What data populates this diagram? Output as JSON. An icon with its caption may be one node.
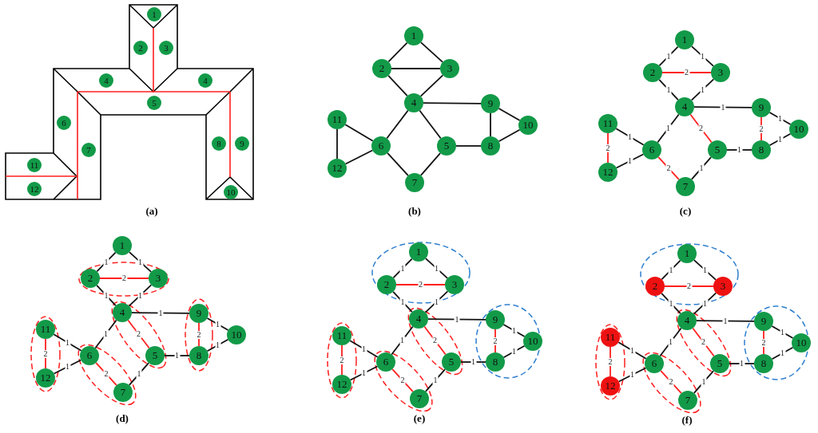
{
  "diagram": {
    "nodes": [
      {
        "text": [
          "1"
        ]
      },
      {
        "text": [
          "2"
        ]
      },
      {
        "text": [
          "3"
        ]
      },
      {
        "text": [
          "4"
        ]
      },
      {
        "text": [
          "4"
        ]
      },
      {
        "text": [
          "5"
        ]
      },
      {
        "text": [
          "6"
        ]
      },
      {
        "text": [
          "7"
        ]
      },
      {
        "text": [
          "8"
        ]
      },
      {
        "text": [
          "9"
        ]
      },
      {
        "text": [
          "10"
        ]
      },
      {
        "text": [
          "11"
        ]
      },
      {
        "text": [
          "12"
        ]
      },
      {
        "text": [
          "1"
        ]
      },
      {
        "text": [
          "2"
        ]
      },
      {
        "text": [
          "3"
        ]
      },
      {
        "text": [
          "4"
        ]
      },
      {
        "text": [
          "5"
        ]
      },
      {
        "text": [
          "6"
        ]
      },
      {
        "text": [
          "7"
        ]
      },
      {
        "text": [
          "8"
        ]
      },
      {
        "text": [
          "9"
        ]
      },
      {
        "text": [
          "10"
        ]
      },
      {
        "text": [
          "11"
        ]
      },
      {
        "text": [
          "12"
        ]
      },
      {
        "text": [
          "1"
        ]
      },
      {
        "text": [
          "2"
        ]
      },
      {
        "text": [
          "3"
        ]
      },
      {
        "text": [
          "4"
        ]
      },
      {
        "text": [
          "5"
        ]
      },
      {
        "text": [
          "6"
        ]
      },
      {
        "text": [
          "7"
        ]
      },
      {
        "text": [
          "8"
        ]
      },
      {
        "text": [
          "9"
        ]
      },
      {
        "text": [
          "10"
        ]
      },
      {
        "text": [
          "11"
        ]
      },
      {
        "text": [
          "12"
        ]
      },
      {
        "text": [
          "1"
        ]
      },
      {
        "text": [
          "2"
        ]
      },
      {
        "text": [
          "3"
        ]
      },
      {
        "text": [
          "4"
        ]
      },
      {
        "text": [
          "5"
        ]
      },
      {
        "text": [
          "6"
        ]
      },
      {
        "text": [
          "7"
        ]
      },
      {
        "text": [
          "8"
        ]
      },
      {
        "text": [
          "9"
        ]
      },
      {
        "text": [
          "10"
        ]
      },
      {
        "text": [
          "11"
        ]
      },
      {
        "text": [
          "12"
        ]
      },
      {
        "text": [
          "1"
        ]
      },
      {
        "text": [
          "2"
        ]
      },
      {
        "text": [
          "3"
        ]
      },
      {
        "text": [
          "4"
        ]
      },
      {
        "text": [
          "5"
        ]
      },
      {
        "text": [
          "6"
        ]
      },
      {
        "text": [
          "7"
        ]
      },
      {
        "text": [
          "8"
        ]
      },
      {
        "text": [
          "9"
        ]
      },
      {
        "text": [
          "10"
        ]
      },
      {
        "text": [
          "11"
        ]
      },
      {
        "text": [
          "12"
        ]
      },
      {
        "text": [
          "1"
        ]
      },
      {
        "text": [
          "2"
        ]
      },
      {
        "text": [
          "3"
        ]
      },
      {
        "text": [
          "4"
        ]
      },
      {
        "text": [
          "5"
        ]
      },
      {
        "text": [
          "6"
        ]
      },
      {
        "text": [
          "7"
        ]
      },
      {
        "text": [
          "8"
        ]
      },
      {
        "text": [
          "9"
        ]
      },
      {
        "text": [
          "10"
        ]
      },
      {
        "text": [
          "11"
        ]
      },
      {
        "text": [
          "12"
        ]
      }
    ],
    "edges": [
      {
        "from": 13,
        "to": 14,
        "arrow": "none"
      },
      {
        "from": 13,
        "to": 15,
        "arrow": "none"
      },
      {
        "from": 14,
        "to": 15,
        "arrow": "none"
      },
      {
        "from": 14,
        "to": 16,
        "arrow": "none"
      },
      {
        "from": 15,
        "to": 16,
        "arrow": "none"
      },
      {
        "from": 16,
        "to": 21,
        "arrow": "none"
      },
      {
        "from": 16,
        "to": 18,
        "arrow": "none"
      },
      {
        "from": 16,
        "to": 17,
        "arrow": "none"
      },
      {
        "from": 21,
        "to": 20,
        "arrow": "none"
      },
      {
        "from": 21,
        "to": 22,
        "arrow": "none"
      },
      {
        "from": 20,
        "to": 22,
        "arrow": "none"
      },
      {
        "from": 17,
        "to": 20,
        "arrow": "none"
      },
      {
        "from": 23,
        "to": 18,
        "arrow": "none"
      },
      {
        "from": 24,
        "to": 18,
        "arrow": "none"
      },
      {
        "from": 23,
        "to": 24,
        "arrow": "none"
      },
      {
        "from": 18,
        "to": 19,
        "arrow": "none"
      },
      {
        "from": 17,
        "to": 19,
        "arrow": "none"
      },
      {
        "from": 25,
        "to": 26,
        "arrow": "none",
        "label": "1"
      },
      {
        "from": 25,
        "to": 27,
        "arrow": "none",
        "label": "1"
      },
      {
        "from": 26,
        "to": 27,
        "arrow": "none",
        "label": "2",
        "color": "#ff2020"
      },
      {
        "from": 26,
        "to": 28,
        "arrow": "none",
        "label": "1"
      },
      {
        "from": 27,
        "to": 28,
        "arrow": "none",
        "label": "1"
      },
      {
        "from": 28,
        "to": 33,
        "arrow": "none",
        "label": "1"
      },
      {
        "from": 28,
        "to": 30,
        "arrow": "none",
        "label": "1"
      },
      {
        "from": 28,
        "to": 29,
        "arrow": "none",
        "label": "2",
        "color": "#ff2020"
      },
      {
        "from": 33,
        "to": 32,
        "arrow": "none",
        "label": "2",
        "color": "#ff2020"
      },
      {
        "from": 33,
        "to": 34,
        "arrow": "none",
        "label": "1"
      },
      {
        "from": 32,
        "to": 34,
        "arrow": "none",
        "label": "1"
      },
      {
        "from": 29,
        "to": 32,
        "arrow": "none",
        "label": "1"
      },
      {
        "from": 35,
        "to": 30,
        "arrow": "none",
        "label": "1"
      },
      {
        "from": 36,
        "to": 30,
        "arrow": "none",
        "label": "1"
      },
      {
        "from": 35,
        "to": 36,
        "arrow": "none",
        "label": "2",
        "color": "#ff2020"
      },
      {
        "from": 30,
        "to": 31,
        "arrow": "none",
        "label": "2",
        "color": "#ff2020"
      },
      {
        "from": 29,
        "to": 31,
        "arrow": "none",
        "label": "1"
      },
      {
        "from": 37,
        "to": 38,
        "arrow": "none",
        "label": "1"
      },
      {
        "from": 37,
        "to": 39,
        "arrow": "none",
        "label": "1"
      },
      {
        "from": 38,
        "to": 39,
        "arrow": "none",
        "label": "2",
        "color": "#ff2020"
      },
      {
        "from": 38,
        "to": 40,
        "arrow": "none",
        "label": "1"
      },
      {
        "from": 39,
        "to": 40,
        "arrow": "none",
        "label": "1"
      },
      {
        "from": 40,
        "to": 45,
        "arrow": "none",
        "label": "1"
      },
      {
        "from": 40,
        "to": 42,
        "arrow": "none",
        "label": "1"
      },
      {
        "from": 40,
        "to": 41,
        "arrow": "none",
        "label": "2",
        "color": "#ff2020"
      },
      {
        "from": 45,
        "to": 44,
        "arrow": "none",
        "label": "2",
        "color": "#ff2020"
      },
      {
        "from": 45,
        "to": 46,
        "arrow": "none",
        "label": "1"
      },
      {
        "from": 44,
        "to": 46,
        "arrow": "none",
        "label": "1"
      },
      {
        "from": 41,
        "to": 44,
        "arrow": "none",
        "label": "1"
      },
      {
        "from": 47,
        "to": 42,
        "arrow": "none",
        "label": "1"
      },
      {
        "from": 48,
        "to": 42,
        "arrow": "none",
        "label": "1"
      },
      {
        "from": 47,
        "to": 48,
        "arrow": "none",
        "label": "2",
        "color": "#ff2020"
      },
      {
        "from": 42,
        "to": 43,
        "arrow": "none",
        "label": "2",
        "color": "#ff2020"
      },
      {
        "from": 41,
        "to": 43,
        "arrow": "none",
        "label": "1"
      },
      {
        "from": 49,
        "to": 50,
        "arrow": "none",
        "label": "1"
      },
      {
        "from": 49,
        "to": 51,
        "arrow": "none",
        "label": "1"
      },
      {
        "from": 50,
        "to": 51,
        "arrow": "none",
        "label": "2",
        "color": "#ff2020"
      },
      {
        "from": 50,
        "to": 52,
        "arrow": "none",
        "label": "1"
      },
      {
        "from": 51,
        "to": 52,
        "arrow": "none",
        "label": "1"
      },
      {
        "from": 52,
        "to": 57,
        "arrow": "none",
        "label": "1"
      },
      {
        "from": 52,
        "to": 54,
        "arrow": "none",
        "label": "1"
      },
      {
        "from": 52,
        "to": 53,
        "arrow": "none",
        "label": "2",
        "color": "#ff2020"
      },
      {
        "from": 57,
        "to": 56,
        "arrow": "none",
        "label": "2",
        "color": "#ff2020"
      },
      {
        "from": 57,
        "to": 58,
        "arrow": "none",
        "label": "1"
      },
      {
        "from": 56,
        "to": 58,
        "arrow": "none",
        "label": "1"
      },
      {
        "from": 53,
        "to": 56,
        "arrow": "none",
        "label": "1"
      },
      {
        "from": 59,
        "to": 54,
        "arrow": "none",
        "label": "1"
      },
      {
        "from": 60,
        "to": 54,
        "arrow": "none",
        "label": "1"
      },
      {
        "from": 59,
        "to": 60,
        "arrow": "none",
        "label": "2",
        "color": "#ff2020"
      },
      {
        "from": 54,
        "to": 55,
        "arrow": "none",
        "label": "2",
        "color": "#ff2020"
      },
      {
        "from": 53,
        "to": 55,
        "arrow": "none",
        "label": "1"
      },
      {
        "from": 61,
        "to": 62,
        "arrow": "none",
        "label": "1"
      },
      {
        "from": 61,
        "to": 63,
        "arrow": "none",
        "label": "1"
      },
      {
        "from": 62,
        "to": 63,
        "arrow": "none",
        "label": "2",
        "color": "#ff2020"
      },
      {
        "from": 62,
        "to": 64,
        "arrow": "none",
        "label": "1"
      },
      {
        "from": 63,
        "to": 64,
        "arrow": "none",
        "label": "1"
      },
      {
        "from": 64,
        "to": 69,
        "arrow": "none",
        "label": "1"
      },
      {
        "from": 64,
        "to": 66,
        "arrow": "none",
        "label": "1"
      },
      {
        "from": 64,
        "to": 65,
        "arrow": "none",
        "label": "2",
        "color": "#ff2020"
      },
      {
        "from": 69,
        "to": 68,
        "arrow": "none",
        "label": "2",
        "color": "#ff2020"
      },
      {
        "from": 69,
        "to": 70,
        "arrow": "none",
        "label": "1"
      },
      {
        "from": 68,
        "to": 70,
        "arrow": "none",
        "label": "1"
      },
      {
        "from": 65,
        "to": 68,
        "arrow": "none",
        "label": "1"
      },
      {
        "from": 71,
        "to": 66,
        "arrow": "none",
        "label": "1"
      },
      {
        "from": 72,
        "to": 66,
        "arrow": "none",
        "label": "1"
      },
      {
        "from": 71,
        "to": 72,
        "arrow": "none",
        "label": "2",
        "color": "#ff2020"
      },
      {
        "from": 66,
        "to": 67,
        "arrow": "none",
        "label": "2",
        "color": "#ff2020"
      },
      {
        "from": 65,
        "to": 67,
        "arrow": "none",
        "label": "1"
      }
    ],
    "labels": [
      "(a)",
      "(b)",
      "(c)",
      "(d)",
      "(e)",
      "(f)"
    ]
  }
}
